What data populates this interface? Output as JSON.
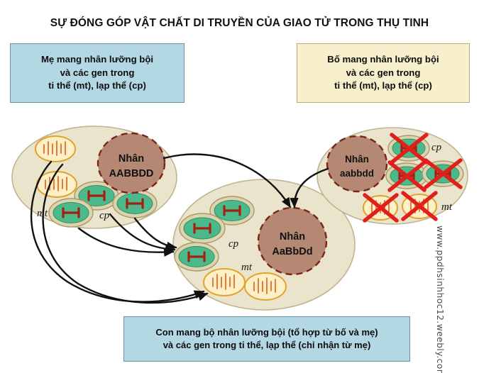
{
  "title": "SỰ ĐÓNG GÓP VẬT CHẤT DI TRUYỀN CỦA GIAO TỬ TRONG THỤ TINH",
  "watermark": "www.ppdhsinhhoc12.weebly.com",
  "colors": {
    "mother_box_bg": "#b3d7e3",
    "father_box_bg": "#f8f0cd",
    "child_box_bg": "#b3d7e3",
    "cell_body": "#eae4cd",
    "nucleus": "#b58873",
    "nucleus_border": "#7d2418",
    "chloroplast": "#4cb98a",
    "mitochondrion": "#fbf0c8",
    "cross_out": "#e0201b",
    "arrow": "#111111"
  },
  "boxes": {
    "mother": {
      "lines": [
        "Mẹ mang nhân lưỡng bội",
        "và các gen trong",
        "ti thể (mt), lạp thể (cp)"
      ]
    },
    "father": {
      "lines": [
        "Bố mang nhân lưỡng bội",
        "và các gen trong",
        "ti thể (mt), lạp thể (cp)"
      ]
    },
    "child": {
      "lines": [
        "Con mang bộ nhân lưỡng bội (tổ hợp từ bố và mẹ)",
        "và các gen trong ti thể, lạp thể (chỉ nhận từ mẹ)"
      ]
    }
  },
  "cells": {
    "mother": {
      "role": "mother-gamete",
      "nucleus_label_line1": "Nhân",
      "nucleus_label_line2": "AABBDD",
      "mt_label": "mt",
      "cp_label": "cp",
      "mitochondria_count": 2,
      "chloroplast_count": 3,
      "organelles_crossed_out": false
    },
    "child": {
      "role": "zygote",
      "nucleus_label_line1": "Nhân",
      "nucleus_label_line2": "AaBbDd",
      "mt_label": "mt",
      "cp_label": "cp",
      "mitochondria_count": 2,
      "chloroplast_count": 3,
      "organelles_crossed_out": false
    },
    "father": {
      "role": "father-gamete",
      "nucleus_label_line1": "Nhân",
      "nucleus_label_line2": "aabbdd",
      "mt_label": "mt",
      "cp_label": "cp",
      "mitochondria_count": 2,
      "chloroplast_count": 3,
      "organelles_crossed_out": true
    }
  }
}
